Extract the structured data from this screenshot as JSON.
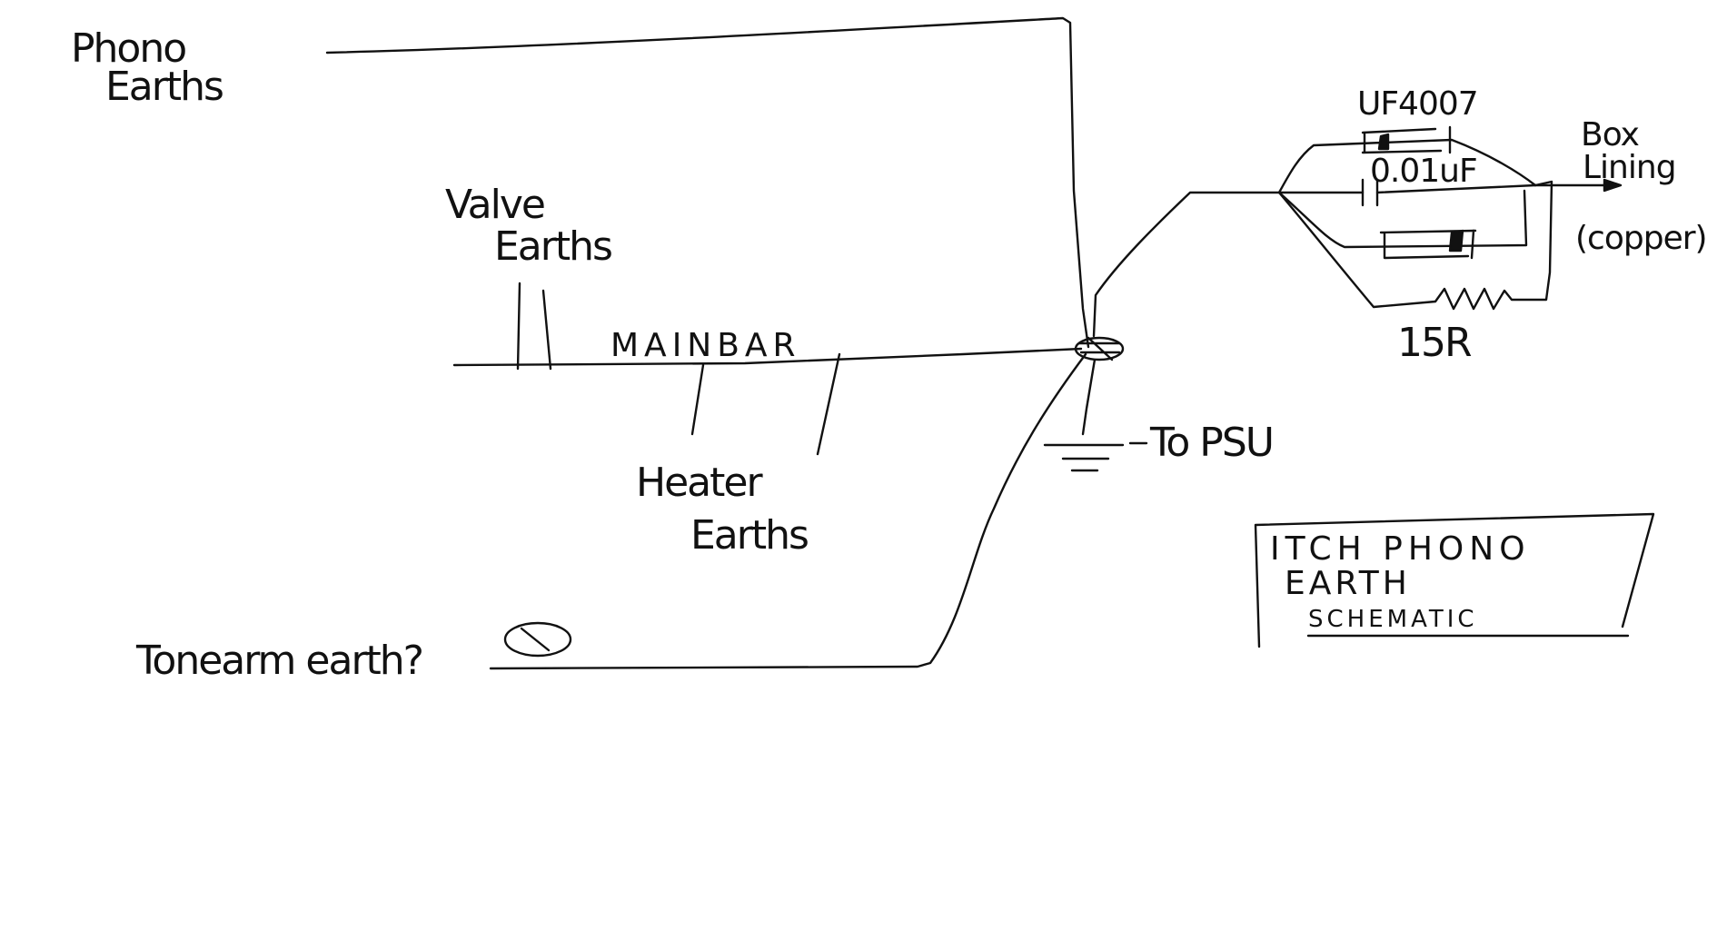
{
  "labels": {
    "phono": "Phono",
    "phono_earths": "Earths",
    "valve": "Valve",
    "valve_earths": "Earths",
    "mainbar": "MAINBAR",
    "heater": "Heater",
    "heater_earths": "Earths",
    "tonearm": "Tonearm earth?",
    "to_psu": "To PSU",
    "uf4007": "UF4007",
    "cap": "0.01uF",
    "resistor": "15R",
    "box": "Box",
    "lining": "Lining",
    "copper": "(copper)"
  },
  "title_box": {
    "line1": "ITCH PHONO",
    "line2": "EARTH",
    "line3": "SCHEMATIC"
  }
}
